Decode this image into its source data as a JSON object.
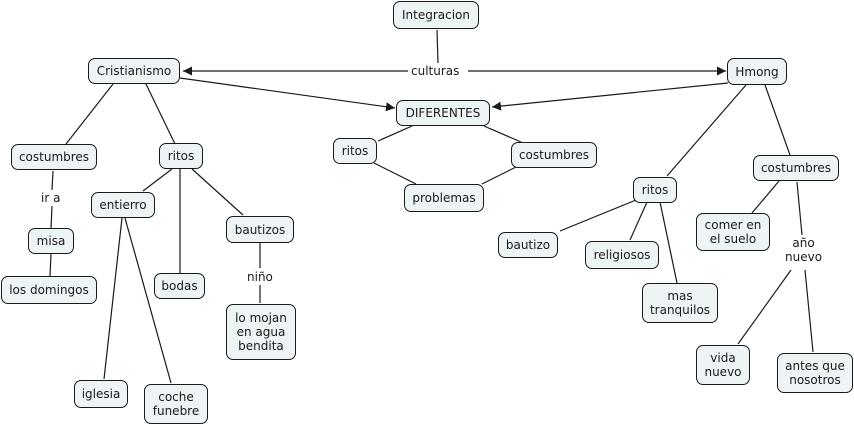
{
  "concept_map": {
    "nodes": {
      "integracion": "Integracion",
      "cristianismo": "Cristianismo",
      "hmong": "Hmong",
      "diferentes": "DIFERENTES",
      "c_costumbres": "costumbres",
      "c_ritos": "ritos",
      "misa": "misa",
      "los_domingos": "los domingos",
      "entierro": "entierro",
      "bodas": "bodas",
      "bautizos": "bautizos",
      "lo_mojan": "lo mojan\nen agua\nbendita",
      "iglesia": "iglesia",
      "coche_funebre": "coche\nfunebre",
      "d_ritos": "ritos",
      "d_costumbres": "costumbres",
      "problemas": "problemas",
      "h_ritos": "ritos",
      "h_costumbres": "costumbres",
      "bautizo": "bautizo",
      "religiosos": "religiosos",
      "mas_tranquilos": "mas\ntranquilos",
      "comer_suelo": "comer en\nel suelo",
      "vida_nuevo": "vida\nnuevo",
      "antes_que": "antes que\nnosotros"
    },
    "linking_phrases": {
      "culturas": "culturas",
      "ir_a": "ir a",
      "nino": "niño",
      "ano_nuevo": "año\nnuevo"
    },
    "colors": {
      "node_fill": "#eef3f6",
      "node_border": "#1a1a1a",
      "edge": "#1a1a1a"
    }
  }
}
